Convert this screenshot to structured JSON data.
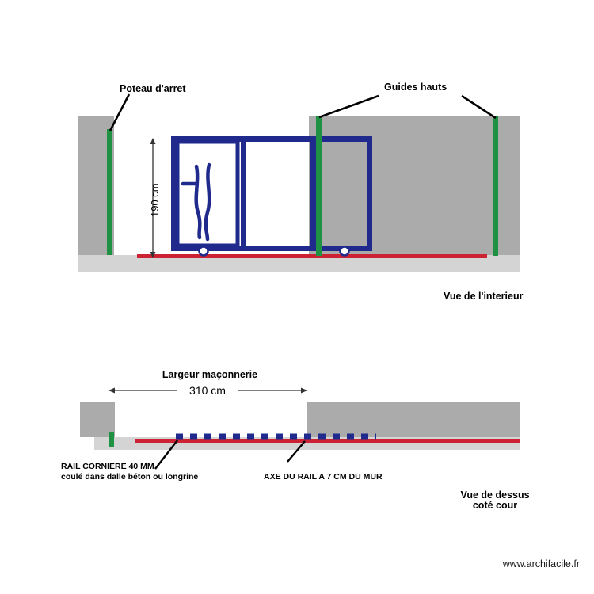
{
  "document": {
    "footer_url": "www.archifacile.fr",
    "background_color": "#ffffff"
  },
  "colors": {
    "wall_gray": "#ababab",
    "slab_gray": "#d4d4d4",
    "slab_gray_light": "#dcdcdc",
    "post_green": "#1e9143",
    "rail_red": "#cc2233",
    "gate_blue": "#1f2a8c",
    "callout_black": "#000000",
    "dimension_gray": "#404040"
  },
  "top_view": {
    "title": "Vue de l'interieur",
    "callouts": [
      {
        "id": "poteau-arret",
        "text": "Poteau d'arret"
      },
      {
        "id": "guides-hauts",
        "text": "Guides hauts"
      }
    ],
    "dimension": {
      "label": "190 cm",
      "value": 190,
      "unit": "cm",
      "orientation": "vertical"
    },
    "elements": {
      "left_wall": "wall-left",
      "right_wall": "wall-right",
      "floor_slab": "floor-slab",
      "rail": "rail-red-line",
      "stop_post": "green-stop-post",
      "guide_post_inner": "green-guide-post-inner",
      "guide_post_outer": "green-guide-post-outer",
      "gate_leaf": "blue-gate-leaf",
      "gate_panel": "blue-gate-panel",
      "gate_counterweight": "blue-gate-counterweight",
      "wheels": "gate-wheels"
    }
  },
  "bottom_view": {
    "title_line1": "Vue de dessus",
    "title_line2": "coté cour",
    "dimension": {
      "caption": "Largeur maçonnerie",
      "label": "310 cm",
      "value": 310,
      "unit": "cm",
      "orientation": "horizontal"
    },
    "notes": [
      {
        "id": "rail-corniere",
        "line1": "RAIL CORNIERE 40 MM",
        "line2": "coulé dans dalle béton ou longrine"
      },
      {
        "id": "axe-du-rail",
        "line1": "AXE DU RAIL A 7 CM DU MUR",
        "line2": ""
      }
    ],
    "elements": {
      "left_pillar": "pillar-left",
      "right_pillar": "pillar-right",
      "slab": "ground-slab",
      "rail": "rail-red-line",
      "gate_dashes": "blue-dashed-gate",
      "green_marker": "green-post-marker"
    }
  }
}
